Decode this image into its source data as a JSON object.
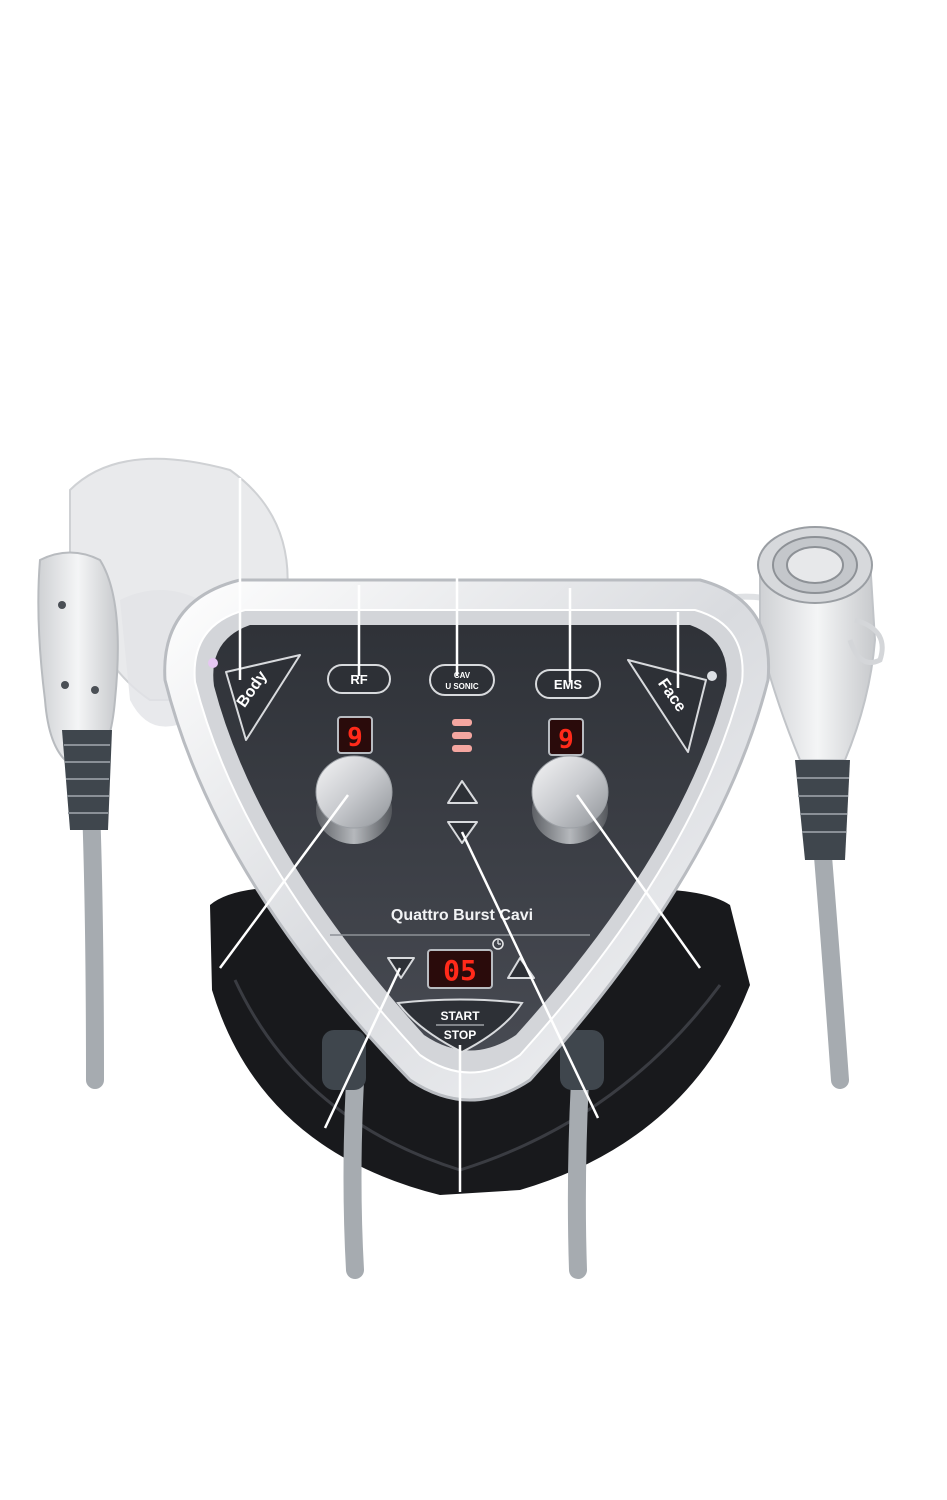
{
  "device": {
    "brand_label": "Quattro Burst Cavi"
  },
  "mode_buttons": {
    "body": "Body",
    "rf": "RF",
    "cav_line1": "CAV",
    "cav_line2": "U SONIC",
    "ems": "EMS",
    "face": "Face"
  },
  "displays": {
    "rf_level": "9",
    "ems_level": "9",
    "timer": "05"
  },
  "timer_controls": {
    "start_label": "START",
    "stop_label": "STOP",
    "timer_icon": "clock-icon"
  },
  "indicators": {
    "cav_level_lights": 3,
    "led_color": "#ff2a1a",
    "led_dim": "#f4a6a0"
  },
  "colors": {
    "panel": "#3b3e45",
    "frame": "#e9eaed",
    "base": "#1a1b1e",
    "handpiece": "#e6e7e9",
    "cable": "#9ea3a8",
    "grip": "#3f464d"
  }
}
